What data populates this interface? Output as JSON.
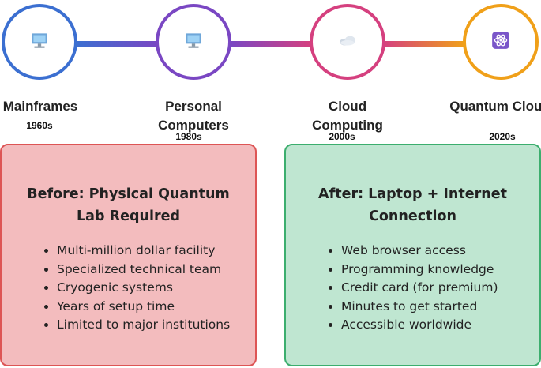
{
  "timeline": {
    "stages": [
      {
        "label": "Mainframes",
        "year": "1960s",
        "icon": "computer-icon",
        "color": "#3b6fd1"
      },
      {
        "label": "Personal Computers",
        "year": "1980s",
        "icon": "computer-icon",
        "color": "#7a47c3"
      },
      {
        "label": "Cloud Computing",
        "year": "2000s",
        "icon": "cloud-icon",
        "color": "#d5407f"
      },
      {
        "label": "Quantum Cloud",
        "year": "2020s",
        "icon": "atom-icon",
        "color": "#f0a019"
      }
    ]
  },
  "before": {
    "title": "Before: Physical Quantum Lab Required",
    "items": [
      "Multi-million dollar facility",
      "Specialized technical team",
      "Cryogenic systems",
      "Years of setup time",
      "Limited to major institutions"
    ],
    "bg_color": "#f3bcbe",
    "border_color": "#dd5555"
  },
  "after": {
    "title": "After: Laptop + Internet Connection",
    "items": [
      "Web browser access",
      "Programming knowledge",
      "Credit card (for premium)",
      "Minutes to get started",
      "Accessible worldwide"
    ],
    "bg_color": "#bfe6d1",
    "border_color": "#3cae6e"
  }
}
